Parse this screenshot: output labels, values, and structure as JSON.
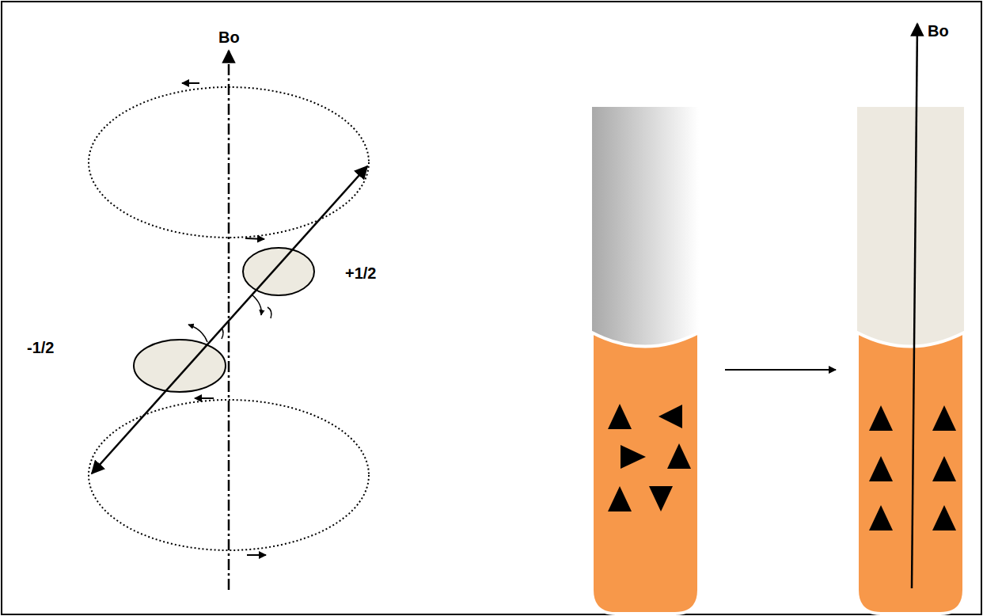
{
  "diagram": {
    "labels": [
      "Bo",
      "+1/2",
      "-1/2",
      "Bo"
    ]
  }
}
